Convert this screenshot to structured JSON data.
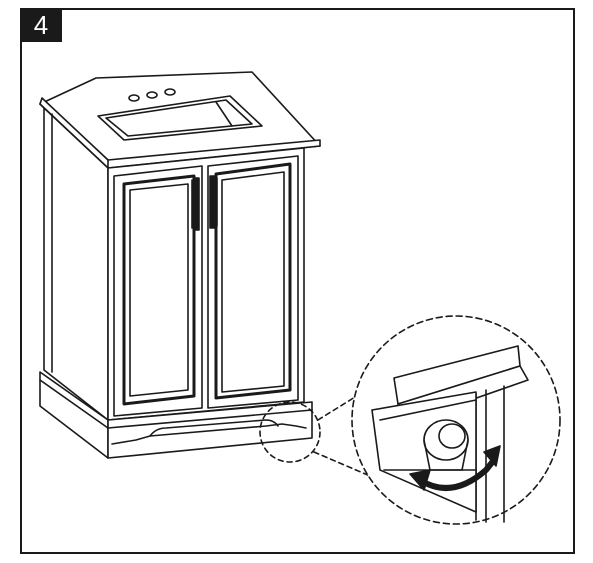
{
  "step": {
    "number": "4"
  },
  "colors": {
    "ink": "#1a1a1a",
    "paper": "#ffffff"
  },
  "illustration": {
    "subject": "vanity-cabinet",
    "detail": "leveling-foot-rotation"
  }
}
